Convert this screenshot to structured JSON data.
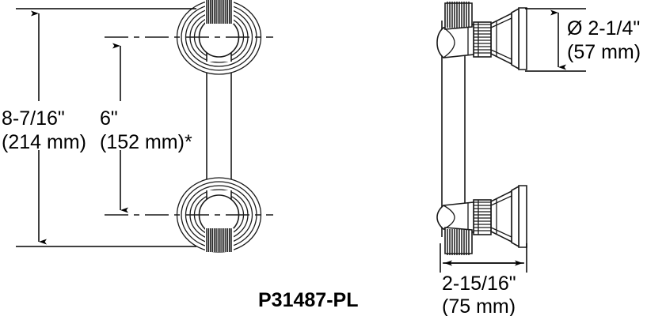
{
  "drawing": {
    "title_label": "P31487-PL",
    "dimensions": {
      "overall_height": {
        "imperial": "8-7/16\"",
        "metric": "(214 mm)",
        "name": "overall-height-dimension"
      },
      "center_to_center": {
        "imperial": "6\"",
        "metric": "(152 mm)*",
        "name": "center-to-center-dimension"
      },
      "flange_diameter": {
        "imperial": "Ø 2-1/4\"",
        "metric": "(57 mm)",
        "name": "flange-diameter-dimension"
      },
      "projection": {
        "imperial": "2-15/16\"",
        "metric": "(75 mm)",
        "name": "projection-dimension"
      }
    },
    "views": {
      "front": "front-elevation-view",
      "side": "side-elevation-view"
    },
    "colors": {
      "line": "#1a1a1a",
      "dimension": "#000000",
      "background": "#ffffff"
    }
  }
}
